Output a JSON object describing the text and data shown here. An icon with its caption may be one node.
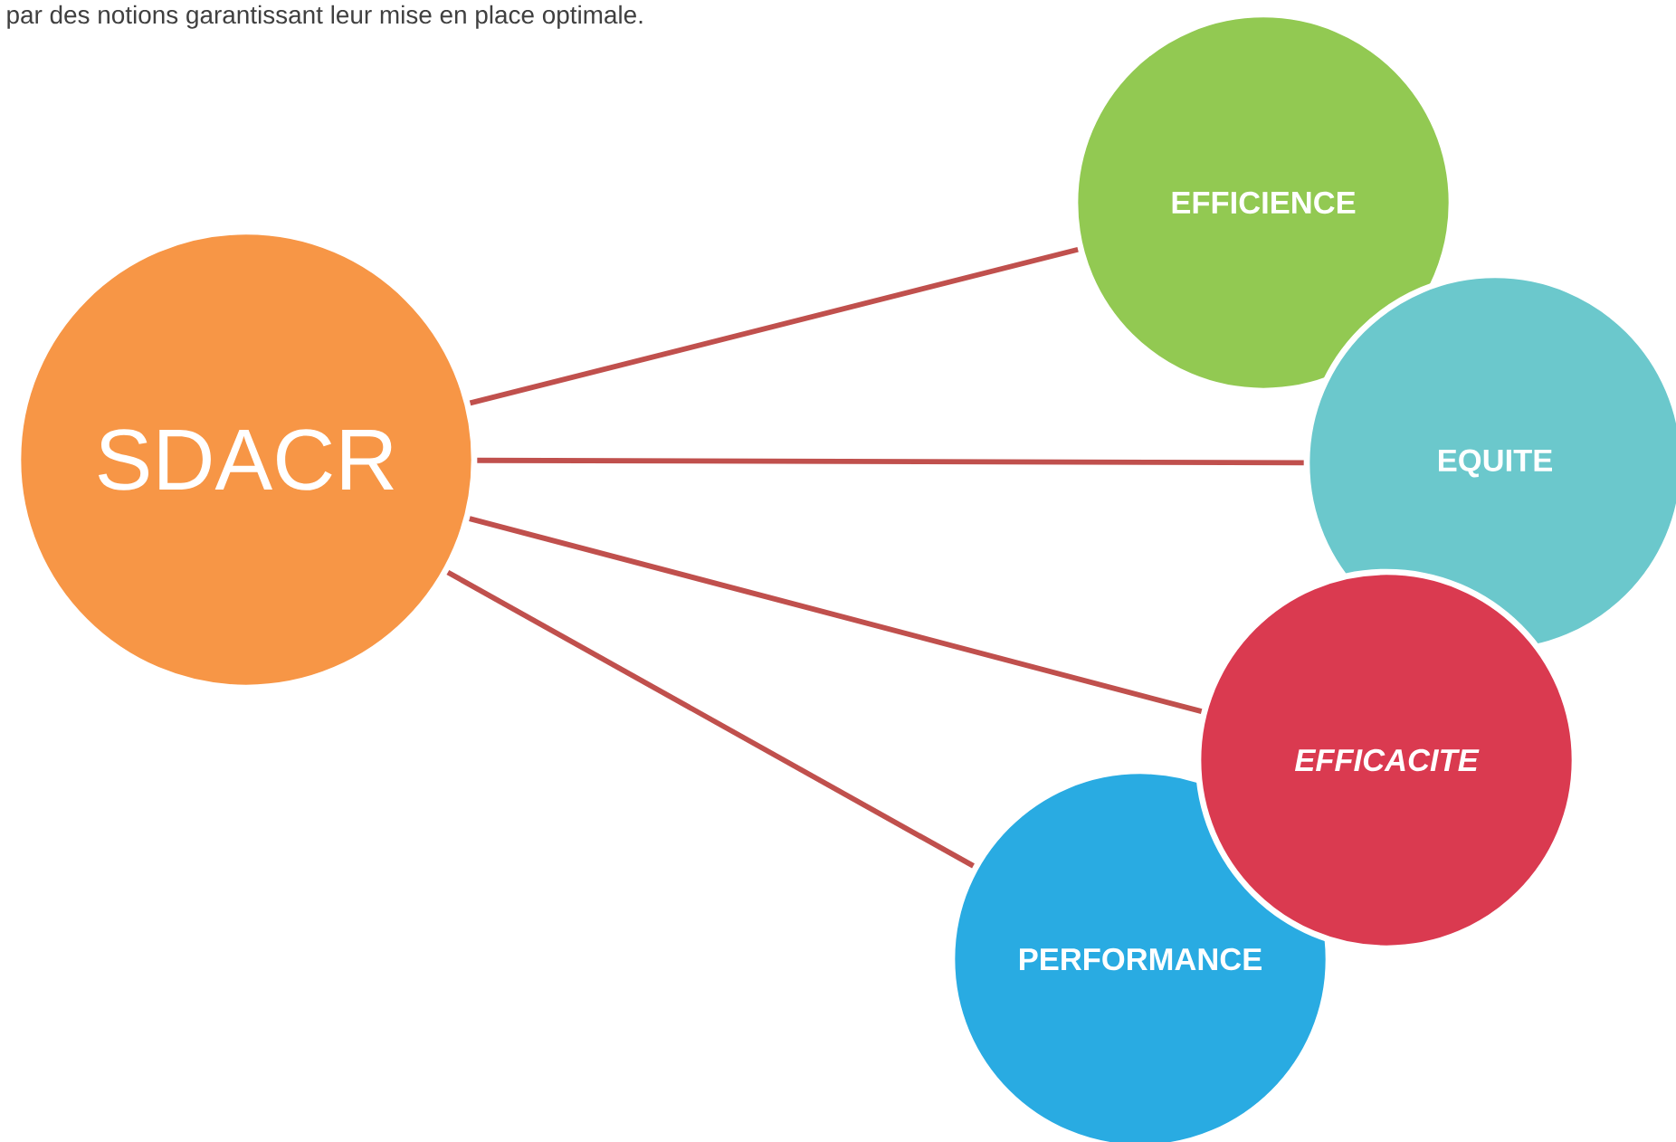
{
  "diagram": {
    "nodes": [
      {
        "text": [
          "SDACR"
        ]
      },
      {
        "text": [
          "EFFICIENCE"
        ]
      },
      {
        "text": [
          "EQUITE"
        ]
      },
      {
        "text": [
          "EFFICACITE"
        ]
      },
      {
        "text": [
          "PERFORMANCE"
        ]
      }
    ],
    "edges": [
      {
        "from": 0,
        "to": 1,
        "arrow": "none"
      },
      {
        "from": 0,
        "to": 2,
        "arrow": "none"
      },
      {
        "from": 0,
        "to": 3,
        "arrow": "none"
      },
      {
        "from": 0,
        "to": 4,
        "arrow": "none"
      }
    ],
    "labels": [
      "par des notions garantissant leur mise en place optimale."
    ]
  }
}
